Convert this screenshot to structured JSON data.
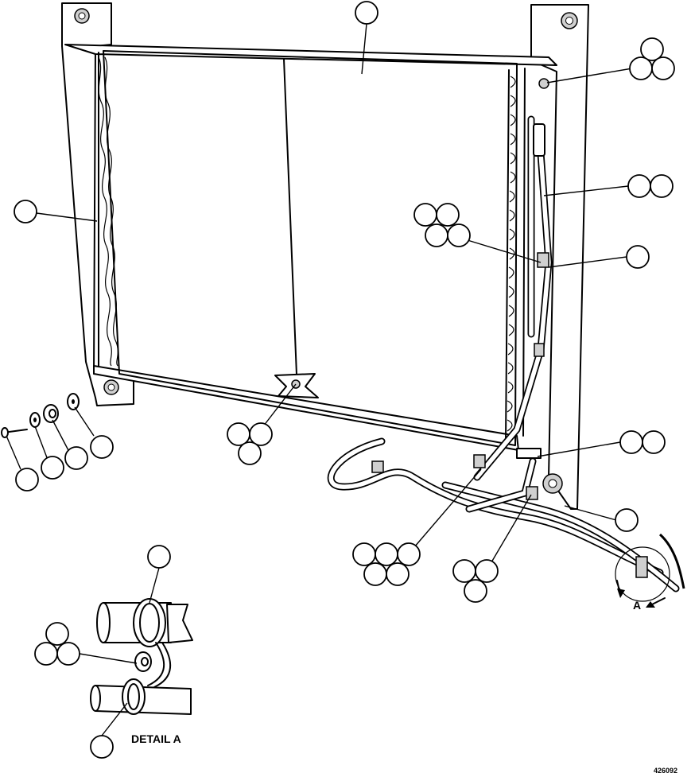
{
  "labels": {
    "detail_title": "DETAIL A",
    "view_marker": "A",
    "figure_number": "426092"
  },
  "callout_style": {
    "stroke": "#000000",
    "fill": "#ffffff"
  }
}
